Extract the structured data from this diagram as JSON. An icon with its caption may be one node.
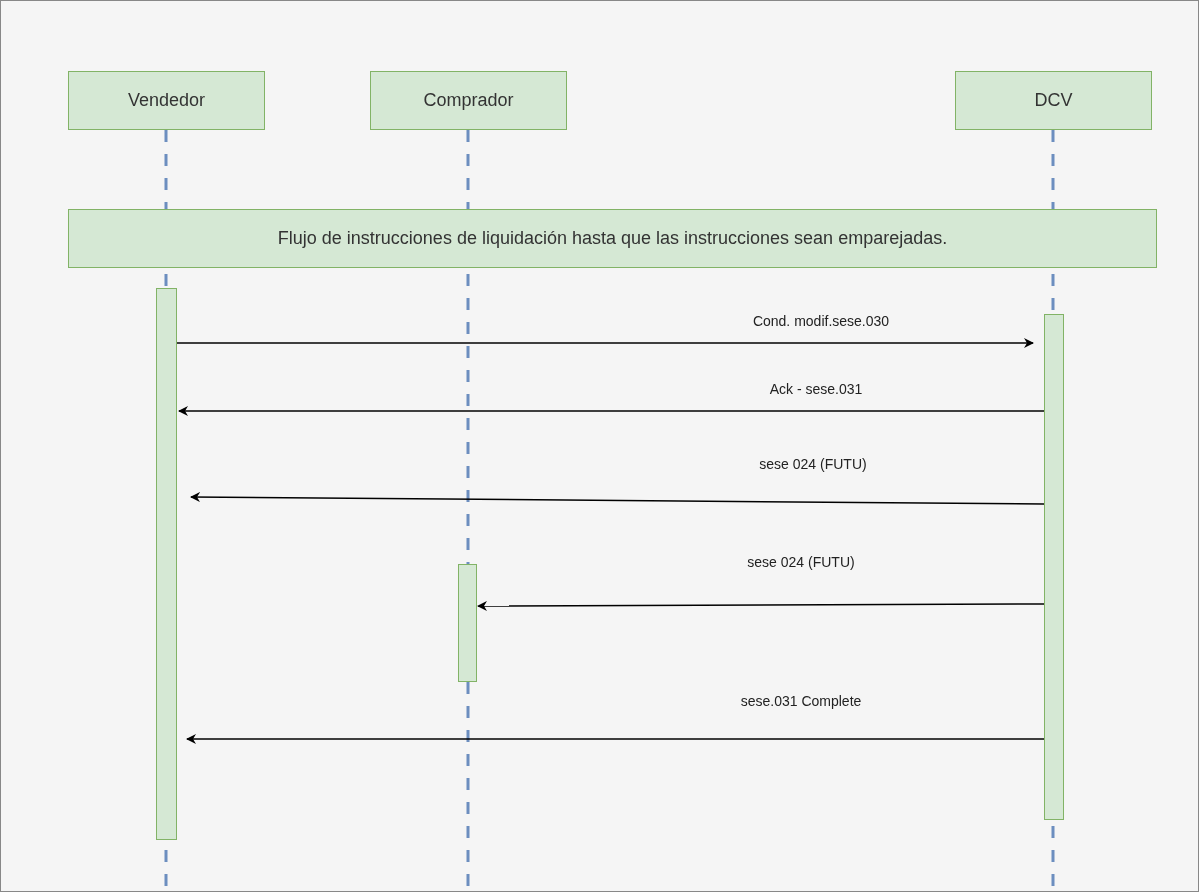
{
  "diagram": {
    "nodes": [
      {
        "text": [
          "Vendedor"
        ]
      },
      {
        "text": [
          "Comprador"
        ]
      },
      {
        "text": [
          "DCV"
        ]
      },
      {
        "text": [
          "Flujo de instrucciones de liquidación hasta que las instrucciones sean emparejadas."
        ]
      },
      {
        "text": [],
        "shape": "bar"
      },
      {
        "text": [],
        "shape": "bar"
      },
      {
        "text": [],
        "shape": "bar"
      }
    ],
    "edges": [
      {
        "from": 4,
        "to": 6,
        "arrow": "to",
        "label": "Cond. modif.sese.030"
      },
      {
        "from": 6,
        "to": 4,
        "arrow": "to",
        "label": "Ack - sese.031"
      },
      {
        "from": 6,
        "to": 4,
        "arrow": "to",
        "label": "sese 024 (FUTU)"
      },
      {
        "from": 6,
        "to": 5,
        "arrow": "to",
        "label": "sese 024 (FUTU)"
      },
      {
        "from": 6,
        "to": 4,
        "arrow": "to",
        "label": "sese.031 Complete"
      }
    ]
  }
}
